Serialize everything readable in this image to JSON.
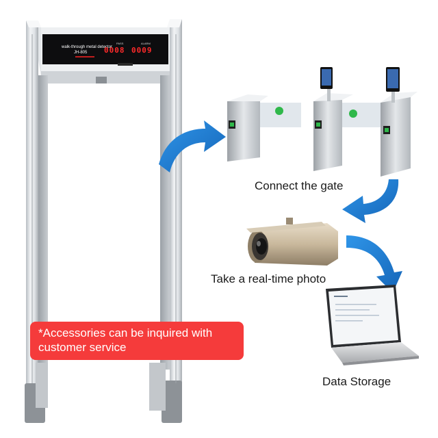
{
  "captions": {
    "gate": "Connect the gate",
    "photo": "Take a real-time photo",
    "storage": "Data Storage"
  },
  "notice": {
    "line1": "*Accessories can be inquired with",
    "line2": "customer service"
  },
  "detector_panel": {
    "brand_line": "walk-through metal detector",
    "model": "JH-805",
    "pass_label": "PASS",
    "alarm_label": "ALARM",
    "pass_count": "0008",
    "alarm_count": "0009"
  },
  "colors": {
    "arrow_blue": "#1b7fd6",
    "notice_red": "#f53b3b",
    "frame_silver": "#d7dbdf"
  }
}
